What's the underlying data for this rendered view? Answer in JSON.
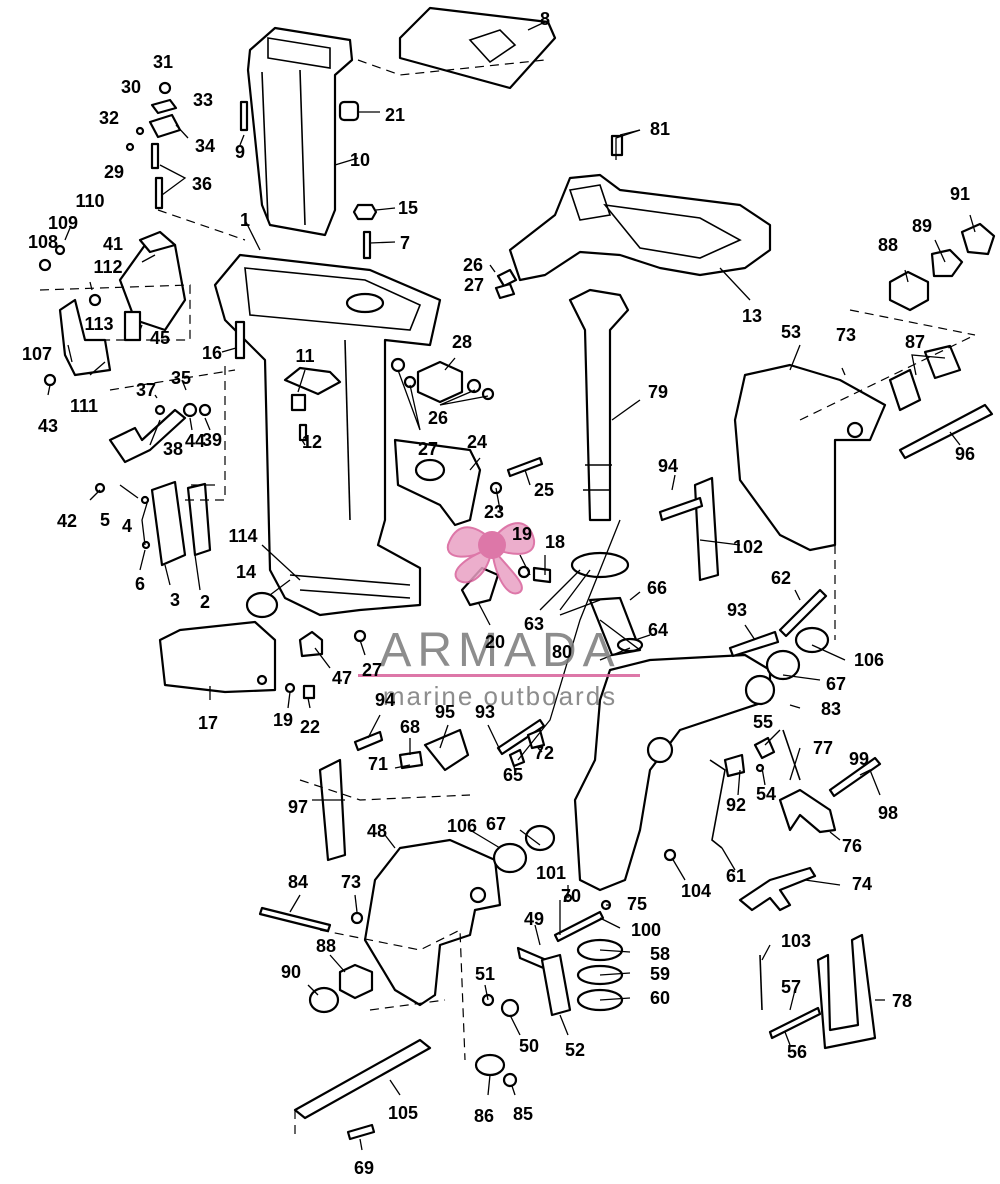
{
  "watermark": {
    "brand": "ARMADA",
    "tagline": "marine outboards",
    "logo_color": "#e9a0c4",
    "logo_dark": "#d8609a"
  },
  "callouts": [
    {
      "id": "c1",
      "text": "1"
    },
    {
      "id": "c2",
      "text": "2"
    },
    {
      "id": "c3",
      "text": "3"
    },
    {
      "id": "c4",
      "text": "4"
    },
    {
      "id": "c5",
      "text": "5"
    },
    {
      "id": "c6",
      "text": "6"
    },
    {
      "id": "c7",
      "text": "7"
    },
    {
      "id": "c8",
      "text": "8"
    },
    {
      "id": "c9",
      "text": "9"
    },
    {
      "id": "c10",
      "text": "10"
    },
    {
      "id": "c11",
      "text": "11"
    },
    {
      "id": "c12",
      "text": "12"
    },
    {
      "id": "c13",
      "text": "13"
    },
    {
      "id": "c14",
      "text": "14"
    },
    {
      "id": "c15",
      "text": "15"
    },
    {
      "id": "c16",
      "text": "16"
    },
    {
      "id": "c17",
      "text": "17"
    },
    {
      "id": "c18",
      "text": "18"
    },
    {
      "id": "c19a",
      "text": "19"
    },
    {
      "id": "c19b",
      "text": "19"
    },
    {
      "id": "c20",
      "text": "20"
    },
    {
      "id": "c21",
      "text": "21"
    },
    {
      "id": "c22",
      "text": "22"
    },
    {
      "id": "c23",
      "text": "23"
    },
    {
      "id": "c24",
      "text": "24"
    },
    {
      "id": "c25",
      "text": "25"
    },
    {
      "id": "c26a",
      "text": "26"
    },
    {
      "id": "c26b",
      "text": "26"
    },
    {
      "id": "c27a",
      "text": "27"
    },
    {
      "id": "c27b",
      "text": "27"
    },
    {
      "id": "c27c",
      "text": "27"
    },
    {
      "id": "c28",
      "text": "28"
    },
    {
      "id": "c29",
      "text": "29"
    },
    {
      "id": "c30",
      "text": "30"
    },
    {
      "id": "c31",
      "text": "31"
    },
    {
      "id": "c32",
      "text": "32"
    },
    {
      "id": "c33",
      "text": "33"
    },
    {
      "id": "c34",
      "text": "34"
    },
    {
      "id": "c35",
      "text": "35"
    },
    {
      "id": "c36",
      "text": "36"
    },
    {
      "id": "c37",
      "text": "37"
    },
    {
      "id": "c38",
      "text": "38"
    },
    {
      "id": "c39",
      "text": "39"
    },
    {
      "id": "c41",
      "text": "41"
    },
    {
      "id": "c42",
      "text": "42"
    },
    {
      "id": "c43",
      "text": "43"
    },
    {
      "id": "c44",
      "text": "44"
    },
    {
      "id": "c45",
      "text": "45"
    },
    {
      "id": "c47",
      "text": "47"
    },
    {
      "id": "c48",
      "text": "48"
    },
    {
      "id": "c49",
      "text": "49"
    },
    {
      "id": "c50",
      "text": "50"
    },
    {
      "id": "c51",
      "text": "51"
    },
    {
      "id": "c52",
      "text": "52"
    },
    {
      "id": "c53",
      "text": "53"
    },
    {
      "id": "c54",
      "text": "54"
    },
    {
      "id": "c55",
      "text": "55"
    },
    {
      "id": "c56",
      "text": "56"
    },
    {
      "id": "c57",
      "text": "57"
    },
    {
      "id": "c58",
      "text": "58"
    },
    {
      "id": "c59",
      "text": "59"
    },
    {
      "id": "c60",
      "text": "60"
    },
    {
      "id": "c61",
      "text": "61"
    },
    {
      "id": "c62",
      "text": "62"
    },
    {
      "id": "c63",
      "text": "63"
    },
    {
      "id": "c64",
      "text": "64"
    },
    {
      "id": "c65",
      "text": "65"
    },
    {
      "id": "c66",
      "text": "66"
    },
    {
      "id": "c67a",
      "text": "67"
    },
    {
      "id": "c67b",
      "text": "67"
    },
    {
      "id": "c68",
      "text": "68"
    },
    {
      "id": "c69",
      "text": "69"
    },
    {
      "id": "c70",
      "text": "70"
    },
    {
      "id": "c71",
      "text": "71"
    },
    {
      "id": "c72",
      "text": "72"
    },
    {
      "id": "c73a",
      "text": "73"
    },
    {
      "id": "c73b",
      "text": "73"
    },
    {
      "id": "c74",
      "text": "74"
    },
    {
      "id": "c75",
      "text": "75"
    },
    {
      "id": "c76",
      "text": "76"
    },
    {
      "id": "c77",
      "text": "77"
    },
    {
      "id": "c78",
      "text": "78"
    },
    {
      "id": "c79",
      "text": "79"
    },
    {
      "id": "c80",
      "text": "80"
    },
    {
      "id": "c81",
      "text": "81"
    },
    {
      "id": "c83",
      "text": "83"
    },
    {
      "id": "c84",
      "text": "84"
    },
    {
      "id": "c85",
      "text": "85"
    },
    {
      "id": "c86",
      "text": "86"
    },
    {
      "id": "c87",
      "text": "87"
    },
    {
      "id": "c88a",
      "text": "88"
    },
    {
      "id": "c88b",
      "text": "88"
    },
    {
      "id": "c89",
      "text": "89"
    },
    {
      "id": "c90",
      "text": "90"
    },
    {
      "id": "c91",
      "text": "91"
    },
    {
      "id": "c92",
      "text": "92"
    },
    {
      "id": "c93a",
      "text": "93"
    },
    {
      "id": "c93b",
      "text": "93"
    },
    {
      "id": "c94a",
      "text": "94"
    },
    {
      "id": "c94b",
      "text": "94"
    },
    {
      "id": "c95",
      "text": "95"
    },
    {
      "id": "c96",
      "text": "96"
    },
    {
      "id": "c97",
      "text": "97"
    },
    {
      "id": "c98",
      "text": "98"
    },
    {
      "id": "c99",
      "text": "99"
    },
    {
      "id": "c100",
      "text": "100"
    },
    {
      "id": "c101",
      "text": "101"
    },
    {
      "id": "c102",
      "text": "102"
    },
    {
      "id": "c103",
      "text": "103"
    },
    {
      "id": "c104",
      "text": "104"
    },
    {
      "id": "c105",
      "text": "105"
    },
    {
      "id": "c106a",
      "text": "106"
    },
    {
      "id": "c106b",
      "text": "106"
    },
    {
      "id": "c107",
      "text": "107"
    },
    {
      "id": "c108",
      "text": "108"
    },
    {
      "id": "c109",
      "text": "109"
    },
    {
      "id": "c110",
      "text": "110"
    },
    {
      "id": "c111",
      "text": "111"
    },
    {
      "id": "c112",
      "text": "112"
    },
    {
      "id": "c113",
      "text": "113"
    },
    {
      "id": "c114",
      "text": "114"
    }
  ]
}
